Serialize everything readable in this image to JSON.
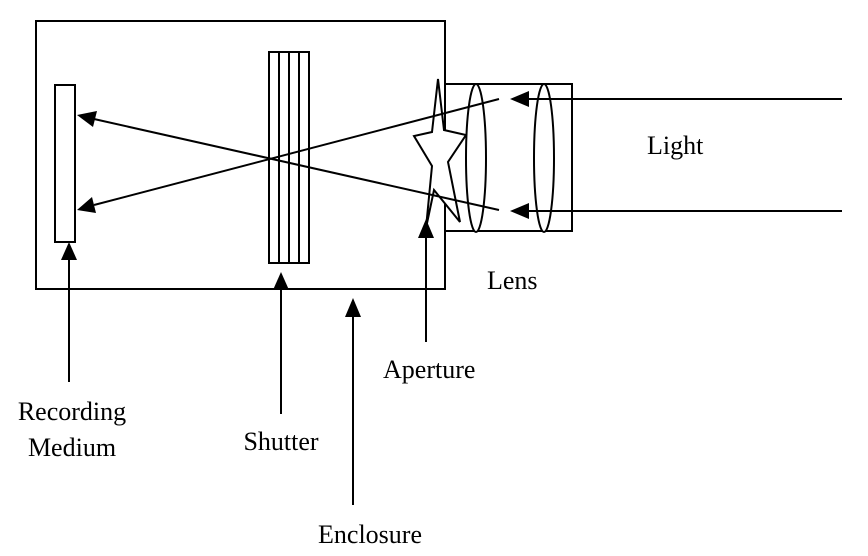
{
  "labels": {
    "light": "Light",
    "lens": "Lens",
    "aperture": "Aperture",
    "recording_medium_line1": "Recording",
    "recording_medium_line2": "Medium",
    "shutter": "Shutter",
    "enclosure": "Enclosure"
  },
  "colors": {
    "stroke": "#000000",
    "background": "#ffffff"
  }
}
